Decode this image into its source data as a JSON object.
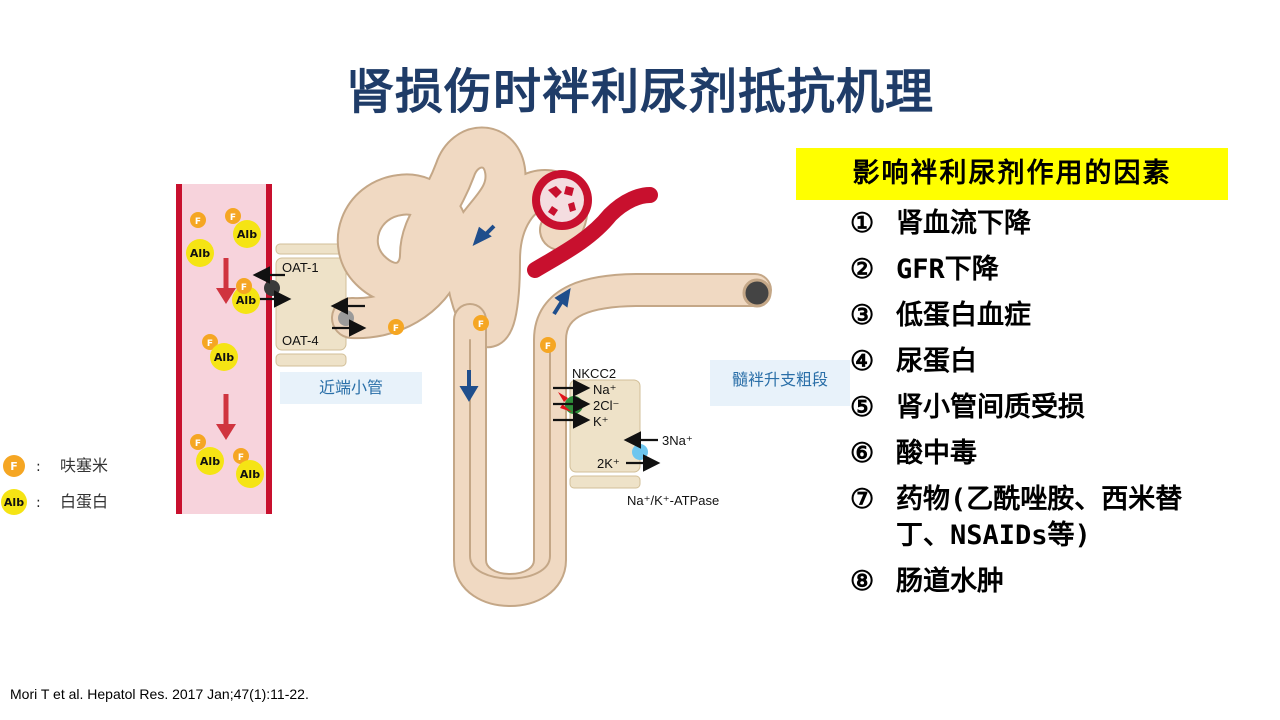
{
  "title": "肾损伤时袢利尿剂抵抗机理",
  "factors_header": "影响袢利尿剂作用的因素",
  "factors": [
    {
      "num": "①",
      "text": "肾血流下降"
    },
    {
      "num": "②",
      "text": "GFR下降"
    },
    {
      "num": "③",
      "text": "低蛋白血症"
    },
    {
      "num": "④",
      "text": "尿蛋白"
    },
    {
      "num": "⑤",
      "text": "肾小管间质受损"
    },
    {
      "num": "⑥",
      "text": "酸中毒"
    },
    {
      "num": "⑦",
      "text": "药物(乙酰唑胺、西米替丁、NSAIDs等)"
    },
    {
      "num": "⑧",
      "text": "肠道水肿"
    }
  ],
  "diagram": {
    "labels": {
      "oat1": "OAT-1",
      "oat4": "OAT-4",
      "nkcc2": "NKCC2",
      "na": "Na⁺",
      "cl": "2Cl⁻",
      "k": "K⁺",
      "na3": "3Na⁺",
      "k2": "2K⁺",
      "atpase": "Na⁺/K⁺-ATPase",
      "proximal_tubule": "近端小管",
      "thick_limb": "髓袢升支粗段",
      "f": "F",
      "alb": "Alb"
    },
    "colors": {
      "blood_vessel": "#f7d3dc",
      "vessel_border": "#c8102e",
      "tubule": "#f0d9c2",
      "tubule_border": "#c4a787",
      "furosemide": "#f5a623",
      "albumin": "#f5e414",
      "arrow_red": "#d0343f",
      "arrow_blue": "#1f4e8c"
    }
  },
  "legend": [
    {
      "symbol": "F",
      "text": "呋塞米"
    },
    {
      "symbol": "Alb",
      "text": "白蛋白"
    }
  ],
  "citation": "Mori T et al. Hepatol Res. 2017 Jan;47(1):11-22."
}
